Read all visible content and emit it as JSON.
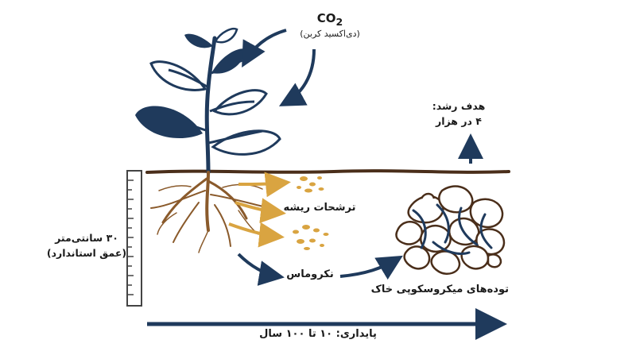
{
  "labels": {
    "co2_formula": "CO",
    "co2_subscript": "2",
    "co2_name": "(دی‌اکسید کربن)",
    "growth_target_line1": "هدف رشد:",
    "growth_target_line2": "۴ در هزار",
    "root_exudates": "ترشحات ریشه",
    "necromass": "نکروماس",
    "soil_aggregates": "توده‌های میکروسکوپی خاک",
    "depth_line1": "۳۰ سانتی‌متر",
    "depth_line2": "(عمق استاندارد)",
    "persistence": "پایداری: ۱۰ تا ۱۰۰ سال"
  },
  "colors": {
    "navy": "#1f3a5c",
    "root_brown": "#8a5a2b",
    "exudate_gold": "#d9a441",
    "soil_line": "#4a2e1a",
    "ruler": "#444444"
  }
}
